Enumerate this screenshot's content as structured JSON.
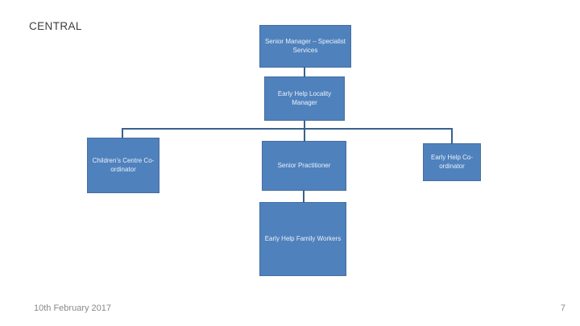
{
  "slide": {
    "title": "CENTRAL",
    "footer": {
      "date": "10th February 2017",
      "page_number": "7"
    }
  },
  "colors": {
    "box_fill": "#4f81bd",
    "box_border": "#466ea2",
    "connector": "#38618f",
    "box_text": "#eaf2f9",
    "title_text": "#3d3d3d",
    "footer_text": "#8a8a8a"
  },
  "org_chart": {
    "type": "organizational-chart",
    "nodes": [
      {
        "id": "senior-manager",
        "label": "Senior Manager – Specialist Services",
        "level": 1,
        "reports_to": null
      },
      {
        "id": "locality-manager",
        "label": "Early Help Locality Manager",
        "level": 2,
        "reports_to": "senior-manager"
      },
      {
        "id": "childrens-centre-coordinator",
        "label": "Children's Centre Co-ordinator",
        "level": 3,
        "reports_to": "locality-manager"
      },
      {
        "id": "senior-practitioner",
        "label": "Senior Practitioner",
        "level": 3,
        "reports_to": "locality-manager"
      },
      {
        "id": "early-help-coordinator",
        "label": "Early Help Co-ordinator",
        "level": 3,
        "reports_to": "locality-manager"
      },
      {
        "id": "early-help-family-workers",
        "label": "Early Help Family Workers",
        "level": 4,
        "reports_to": "senior-practitioner"
      }
    ]
  }
}
